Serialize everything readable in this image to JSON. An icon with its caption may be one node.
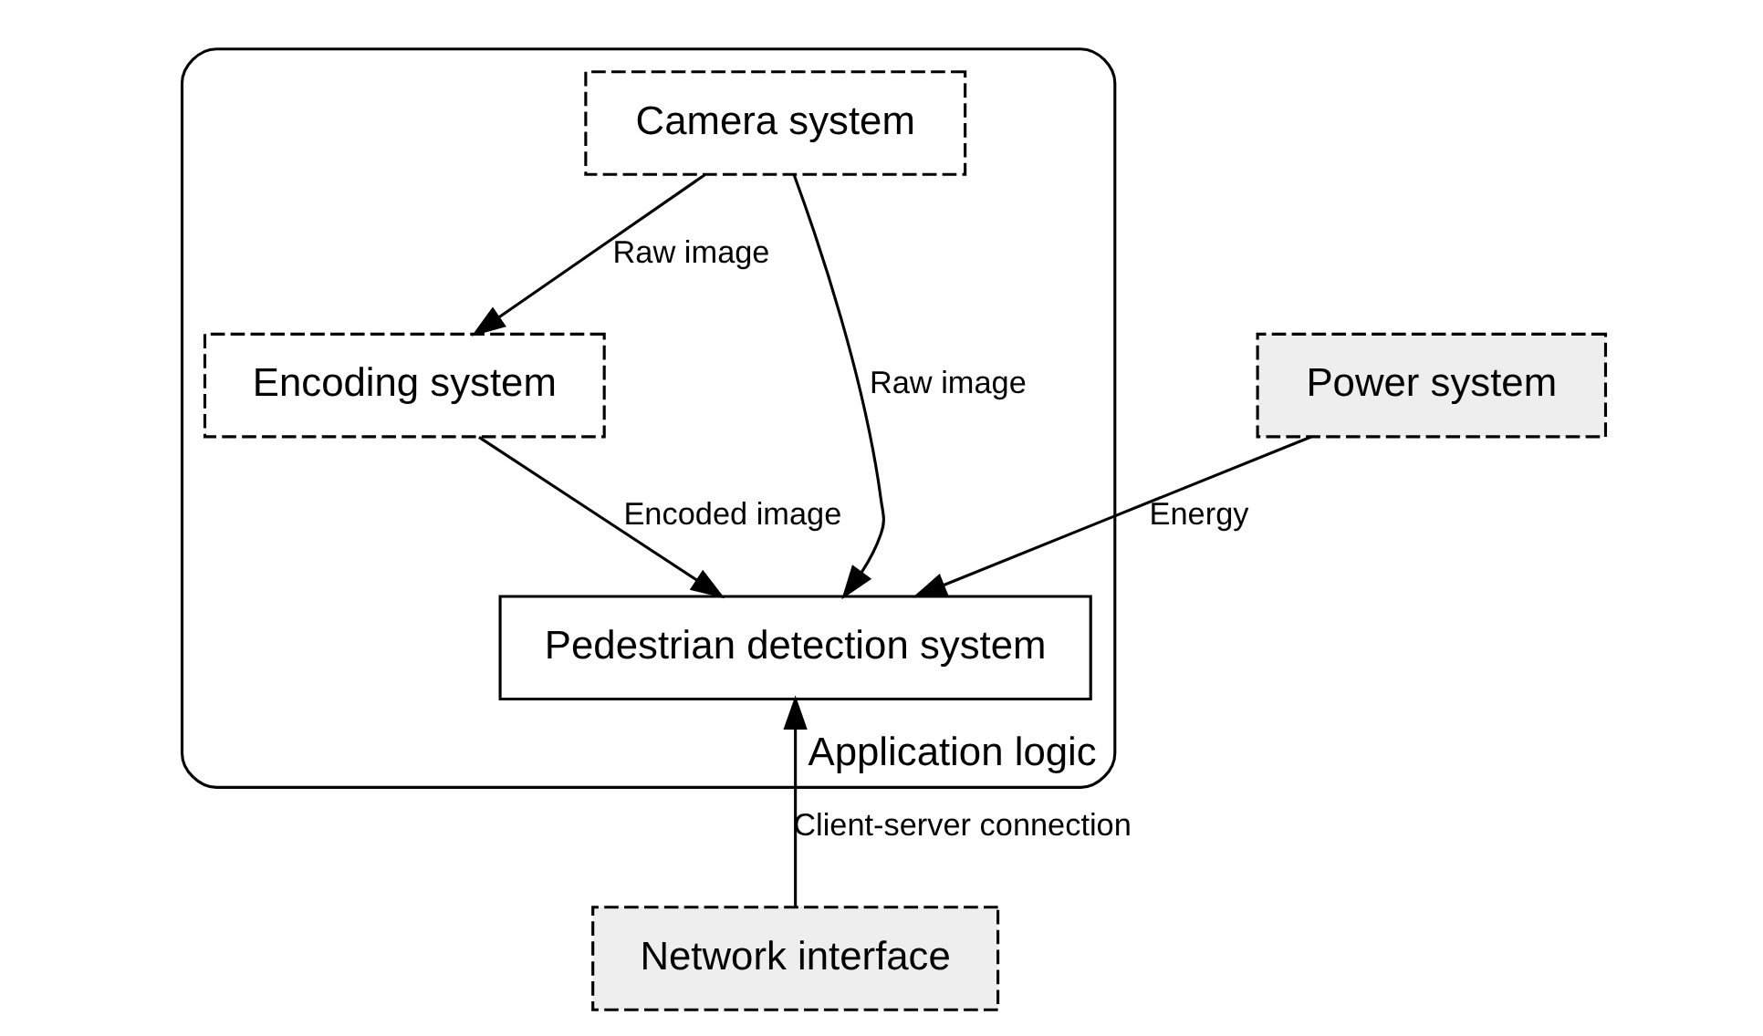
{
  "diagram": {
    "nodes": [
      {
        "text": [
          "Application logic"
        ]
      },
      {
        "text": [
          "Power system"
        ]
      },
      {
        "text": [
          "Camera system"
        ],
        "in": 0
      },
      {
        "text": [
          "Encoding system"
        ],
        "in": 0
      },
      {
        "text": [
          "Pedestrian detection system"
        ],
        "in": 0
      },
      {
        "text": [
          "Network interface"
        ]
      }
    ],
    "edges": [
      {
        "from": 1,
        "to": 4,
        "arrow": "to",
        "label": "Energy"
      },
      {
        "from": 2,
        "to": 4,
        "arrow": "to",
        "label": "Raw image"
      },
      {
        "from": 2,
        "to": 3,
        "arrow": "to",
        "label": "Raw image"
      },
      {
        "from": 3,
        "to": 4,
        "arrow": "to",
        "label": "Encoded image"
      },
      {
        "from": 5,
        "to": 4,
        "arrow": "to",
        "label": "Client-server connection"
      }
    ]
  }
}
